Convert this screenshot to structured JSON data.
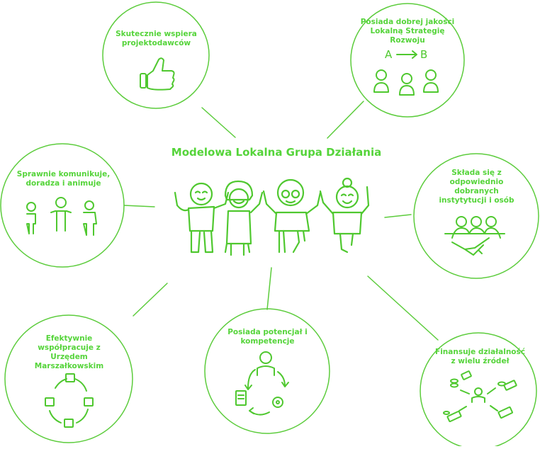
{
  "title": "Modelowa Lokalna Grupa Działania",
  "nodes": [
    {
      "id": "supports",
      "label": "Skutecznie wspiera projektodawców",
      "icon": "thumbs-up-icon"
    },
    {
      "id": "strategy",
      "label": "Posiada dobrej jakości Lokalną Strategię Rozwoju",
      "icon": "a-to-b-people-icon",
      "icon_text": {
        "a": "A",
        "b": "B"
      }
    },
    {
      "id": "communicates",
      "label": "Sprawnie komunikuje, doradza i animuje",
      "icon": "three-people-talking-icon"
    },
    {
      "id": "institutions",
      "label": "Składa się z odpowiednio dobranych instytytucji i osób",
      "icon": "handshake-people-icon"
    },
    {
      "id": "cooperates",
      "label": "Efektywnie współpracuje z Urzędem Marszałkowskim",
      "icon": "network-cycle-icon"
    },
    {
      "id": "competence",
      "label": "Posiada potencjał i kompetencje",
      "icon": "person-cycle-icon"
    },
    {
      "id": "finances",
      "label": "Finansuje działalność z wielu źródeł",
      "icon": "money-sources-icon"
    }
  ],
  "colors": {
    "accent": "#55d43a",
    "background": "#ffffff"
  }
}
